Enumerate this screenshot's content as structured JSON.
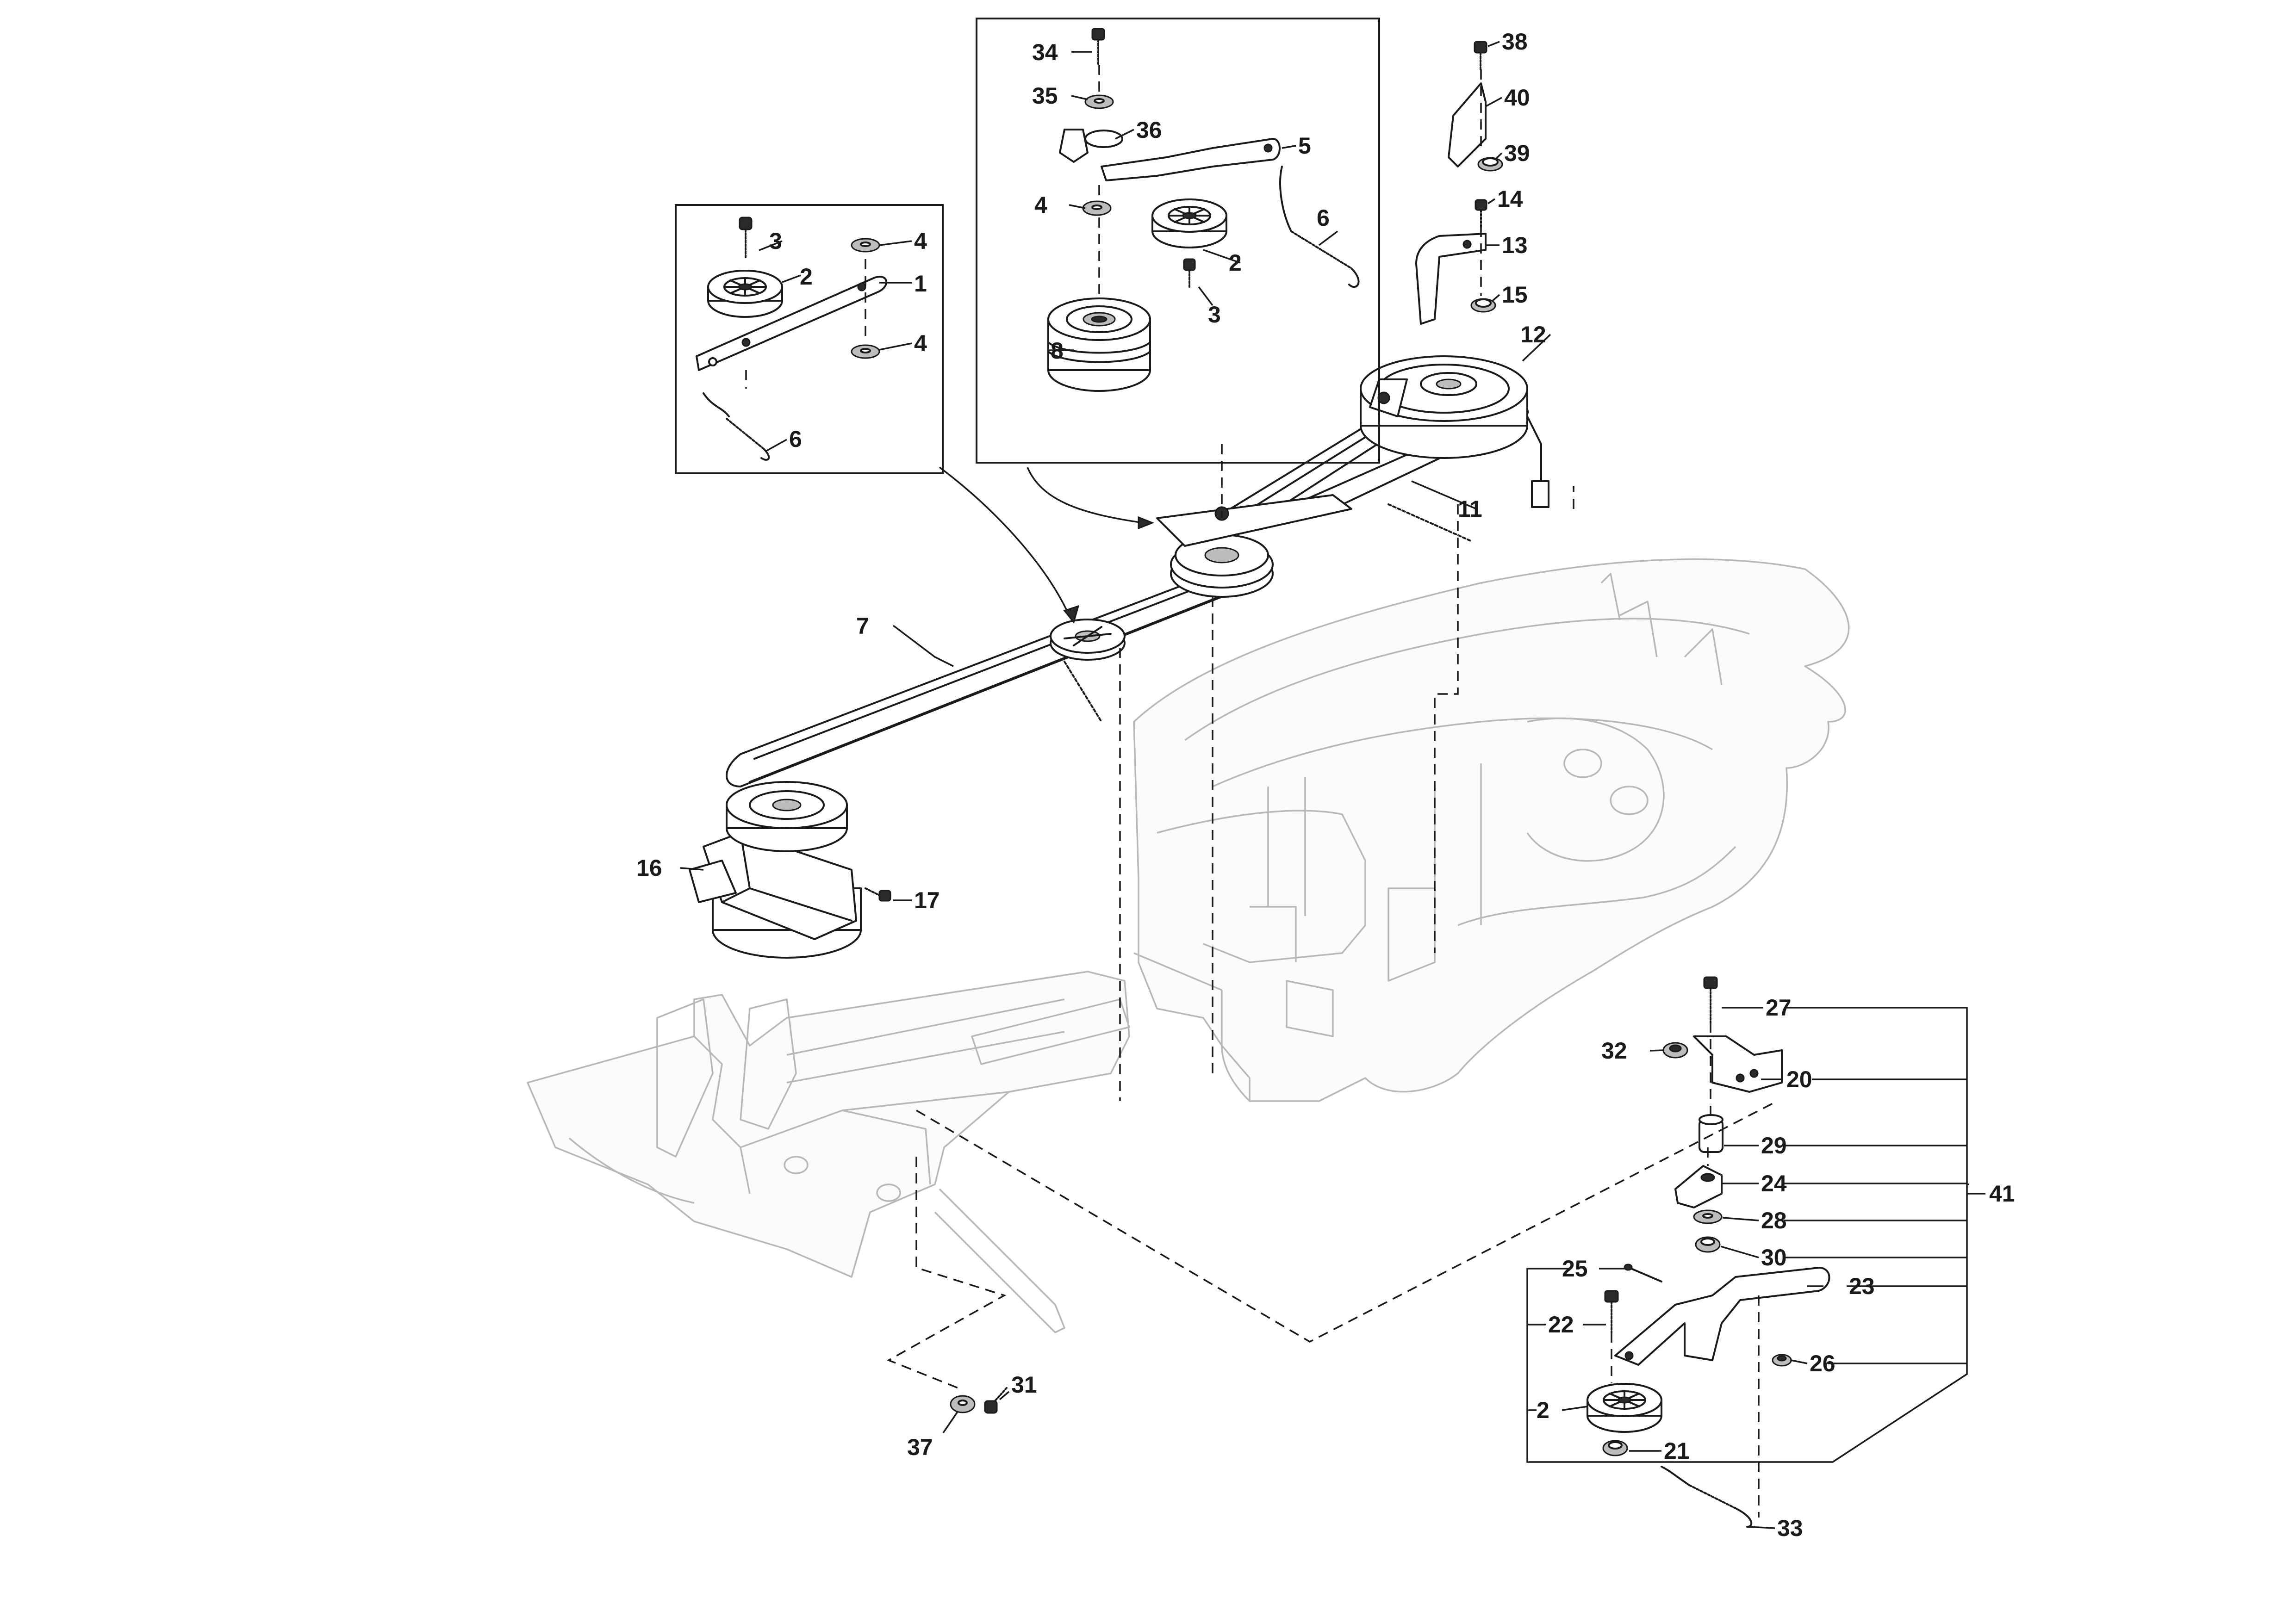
{
  "callouts": {
    "c1": "1",
    "c2a": "2",
    "c2b": "2",
    "c2c": "2",
    "c3a": "3",
    "c3b": "3",
    "c4a": "4",
    "c4b": "4",
    "c4c": "4",
    "c5": "5",
    "c6a": "6",
    "c6b": "6",
    "c7": "7",
    "c8": "8",
    "c11": "11",
    "c12": "12",
    "c13": "13",
    "c14": "14",
    "c15": "15",
    "c16": "16",
    "c17": "17",
    "c20": "20",
    "c21": "21",
    "c22": "22",
    "c23": "23",
    "c24": "24",
    "c25": "25",
    "c26": "26",
    "c27": "27",
    "c28": "28",
    "c29": "29",
    "c30": "30",
    "c31": "31",
    "c32": "32",
    "c33": "33",
    "c34": "34",
    "c35": "35",
    "c36": "36",
    "c37": "37",
    "c38": "38",
    "c39": "39",
    "c40": "40",
    "c41": "41"
  }
}
